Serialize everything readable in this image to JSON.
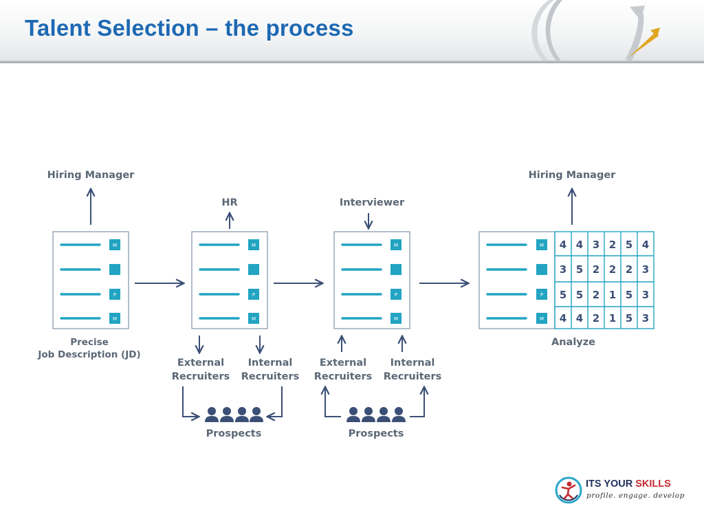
{
  "slide": {
    "title": "Talent Selection – the process"
  },
  "diagram": {
    "colors": {
      "accent": "#22a4c2",
      "arrow": "#3b4f76",
      "label": "#5b6775",
      "title": "#1d69b3"
    },
    "stage1": {
      "top_label": "Hiring Manager",
      "bottom_label_line1": "Precise",
      "bottom_label_line2": "Job Description (JD)",
      "markers": [
        "M",
        "",
        "P",
        "M"
      ]
    },
    "stage2": {
      "top_label": "HR",
      "markers": [
        "M",
        "",
        "P",
        "M"
      ],
      "external_line1": "External",
      "external_line2": "Recruiters",
      "internal_line1": "Internal",
      "internal_line2": "Recruiters",
      "prospects_label": "Prospects"
    },
    "stage3": {
      "top_label": "Interviewer",
      "markers": [
        "M",
        "",
        "P",
        "M"
      ],
      "external_line1": "External",
      "external_line2": "Recruiters",
      "internal_line1": "Internal",
      "internal_line2": "Recruiters",
      "prospects_label": "Prospects"
    },
    "stage4": {
      "top_label": "Hiring Manager",
      "bottom_label": "Analyze",
      "markers": [
        "M",
        "",
        "P",
        "M"
      ],
      "scores": [
        [
          "4",
          "4",
          "3",
          "2",
          "5",
          "4"
        ],
        [
          "3",
          "5",
          "2",
          "2",
          "2",
          "3"
        ],
        [
          "5",
          "5",
          "2",
          "1",
          "5",
          "3"
        ],
        [
          "4",
          "4",
          "2",
          "1",
          "5",
          "3"
        ]
      ]
    }
  },
  "logo": {
    "name_part1": "ITS YOUR ",
    "name_part2": "SKILLS",
    "tagline": "profile. engage. develop",
    "icon": "person-circle-logo-icon"
  }
}
